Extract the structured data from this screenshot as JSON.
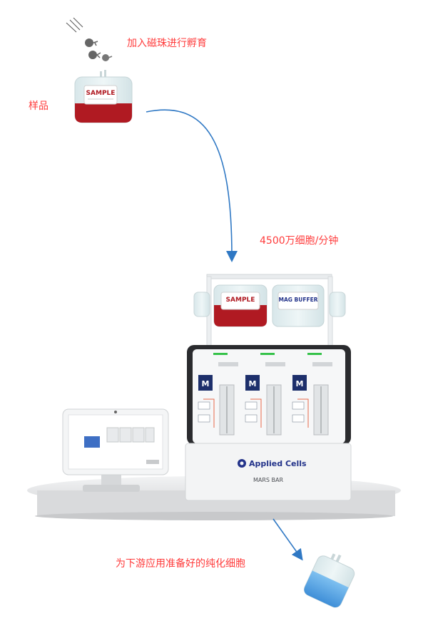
{
  "labels": {
    "beads_incubation": "加入磁珠进行孵育",
    "sample": "样品",
    "throughput": "4500万细胞/分钟",
    "downstream": "为下游应用准备好的纯化细胞"
  },
  "bags": {
    "sample_bag_text": "SAMPLE",
    "instrument_sample_bag_text": "SAMPLE",
    "buffer_bag_text": "MAG BUFFER"
  },
  "instrument": {
    "brand": "Applied Cells",
    "model": "MARS BAR",
    "module_badge": "M"
  },
  "colors": {
    "label_red": "#ff3b3b",
    "arrow_blue": "#2f78c4",
    "blood_red": "#b01a22",
    "purified_blue": "#5aa9e8"
  }
}
